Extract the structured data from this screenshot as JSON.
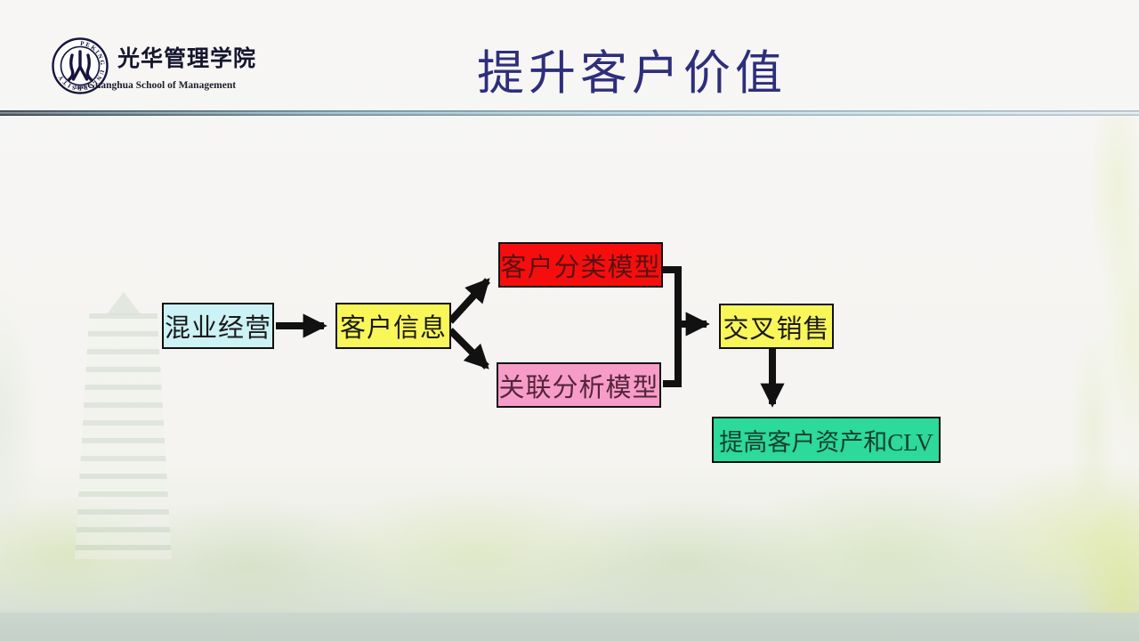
{
  "slide": {
    "title": "提升客户价值",
    "logo": {
      "seal_ring_text": "PEKING UNIVERSITY",
      "seal_year": "1898",
      "name_cn": "光华管理学院",
      "name_en": "Guanghua School of Management"
    }
  },
  "diagram": {
    "nodes": [
      {
        "id": "mixed-operations",
        "label": "混业经营",
        "bg": "#cdf2f5",
        "text_color": "#1a1a1a"
      },
      {
        "id": "customer-info",
        "label": "客户信息",
        "bg": "#f9f65a",
        "text_color": "#1a1a1a"
      },
      {
        "id": "classification-model",
        "label": "客户分类模型",
        "bg": "#f60e0e",
        "text_color": "#5a1111"
      },
      {
        "id": "association-model",
        "label": "关联分析模型",
        "bg": "#f79cc8",
        "text_color": "#54253c"
      },
      {
        "id": "cross-selling",
        "label": "交叉销售",
        "bg": "#f9f65a",
        "text_color": "#1a1a1a"
      },
      {
        "id": "customer-asset-clv",
        "label": "提高客户资产和CLV",
        "bg": "#2dd99b",
        "text_color": "#14402f"
      }
    ],
    "edges": [
      {
        "from": "混业经营",
        "to": "客户信息"
      },
      {
        "from": "客户信息",
        "to": "客户分类模型"
      },
      {
        "from": "客户信息",
        "to": "关联分析模型"
      },
      {
        "from": "客户分类模型",
        "to": "交叉销售"
      },
      {
        "from": "关联分析模型",
        "to": "交叉销售"
      },
      {
        "from": "交叉销售",
        "to": "提高客户资产和CLV"
      }
    ]
  },
  "colors": {
    "title_text": "#2e2e7c",
    "header_rule_left": "#141f2b",
    "header_rule_right": "#e4f5fa",
    "connector": "#111111",
    "slide_background": "#f6f5f3"
  }
}
